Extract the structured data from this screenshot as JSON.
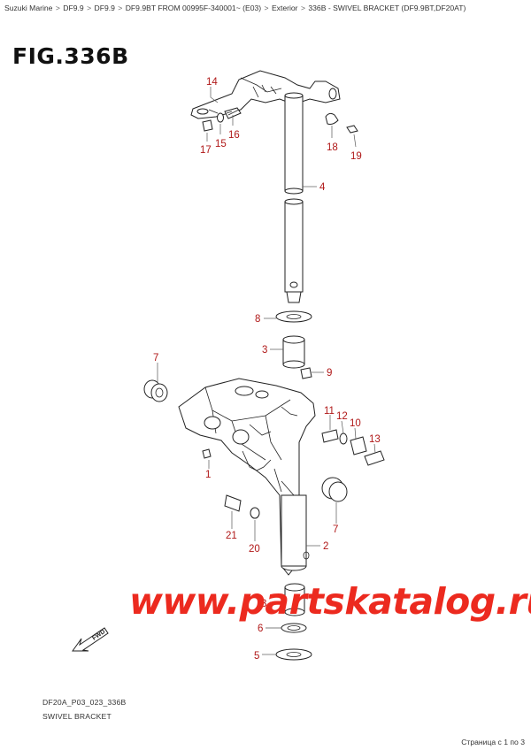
{
  "breadcrumb": {
    "items": [
      "Suzuki Marine",
      "DF9.9",
      "DF9.9",
      "DF9.9BT FROM 00995F-340001~ (E03)",
      "Exterior",
      "336B - SWIVEL BRACKET (DF9.9BT,DF20AT)"
    ],
    "separator": ">"
  },
  "figure": {
    "title": "FIG.336B"
  },
  "callouts": [
    {
      "id": "14",
      "label": "14"
    },
    {
      "id": "16",
      "label": "16"
    },
    {
      "id": "15",
      "label": "15"
    },
    {
      "id": "17",
      "label": "17"
    },
    {
      "id": "18",
      "label": "18"
    },
    {
      "id": "19",
      "label": "19"
    },
    {
      "id": "4",
      "label": "4"
    },
    {
      "id": "8",
      "label": "8"
    },
    {
      "id": "3a",
      "label": "3"
    },
    {
      "id": "9",
      "label": "9"
    },
    {
      "id": "7a",
      "label": "7"
    },
    {
      "id": "11",
      "label": "11"
    },
    {
      "id": "12",
      "label": "12"
    },
    {
      "id": "10",
      "label": "10"
    },
    {
      "id": "13",
      "label": "13"
    },
    {
      "id": "1",
      "label": "1"
    },
    {
      "id": "7b",
      "label": "7"
    },
    {
      "id": "21",
      "label": "21"
    },
    {
      "id": "20",
      "label": "20"
    },
    {
      "id": "2",
      "label": "2"
    },
    {
      "id": "3b",
      "label": "3"
    },
    {
      "id": "6",
      "label": "6"
    },
    {
      "id": "5",
      "label": "5"
    }
  ],
  "fwd_label": "FWD",
  "footer": {
    "code": "DF20A_P03_023_336B",
    "caption": "SWIVEL BRACKET",
    "pager": "Страница с 1 по 3"
  },
  "watermark": "www.partskatalog.ru",
  "colors": {
    "callout": "#b01818",
    "watermark": "#ec2a1f"
  }
}
